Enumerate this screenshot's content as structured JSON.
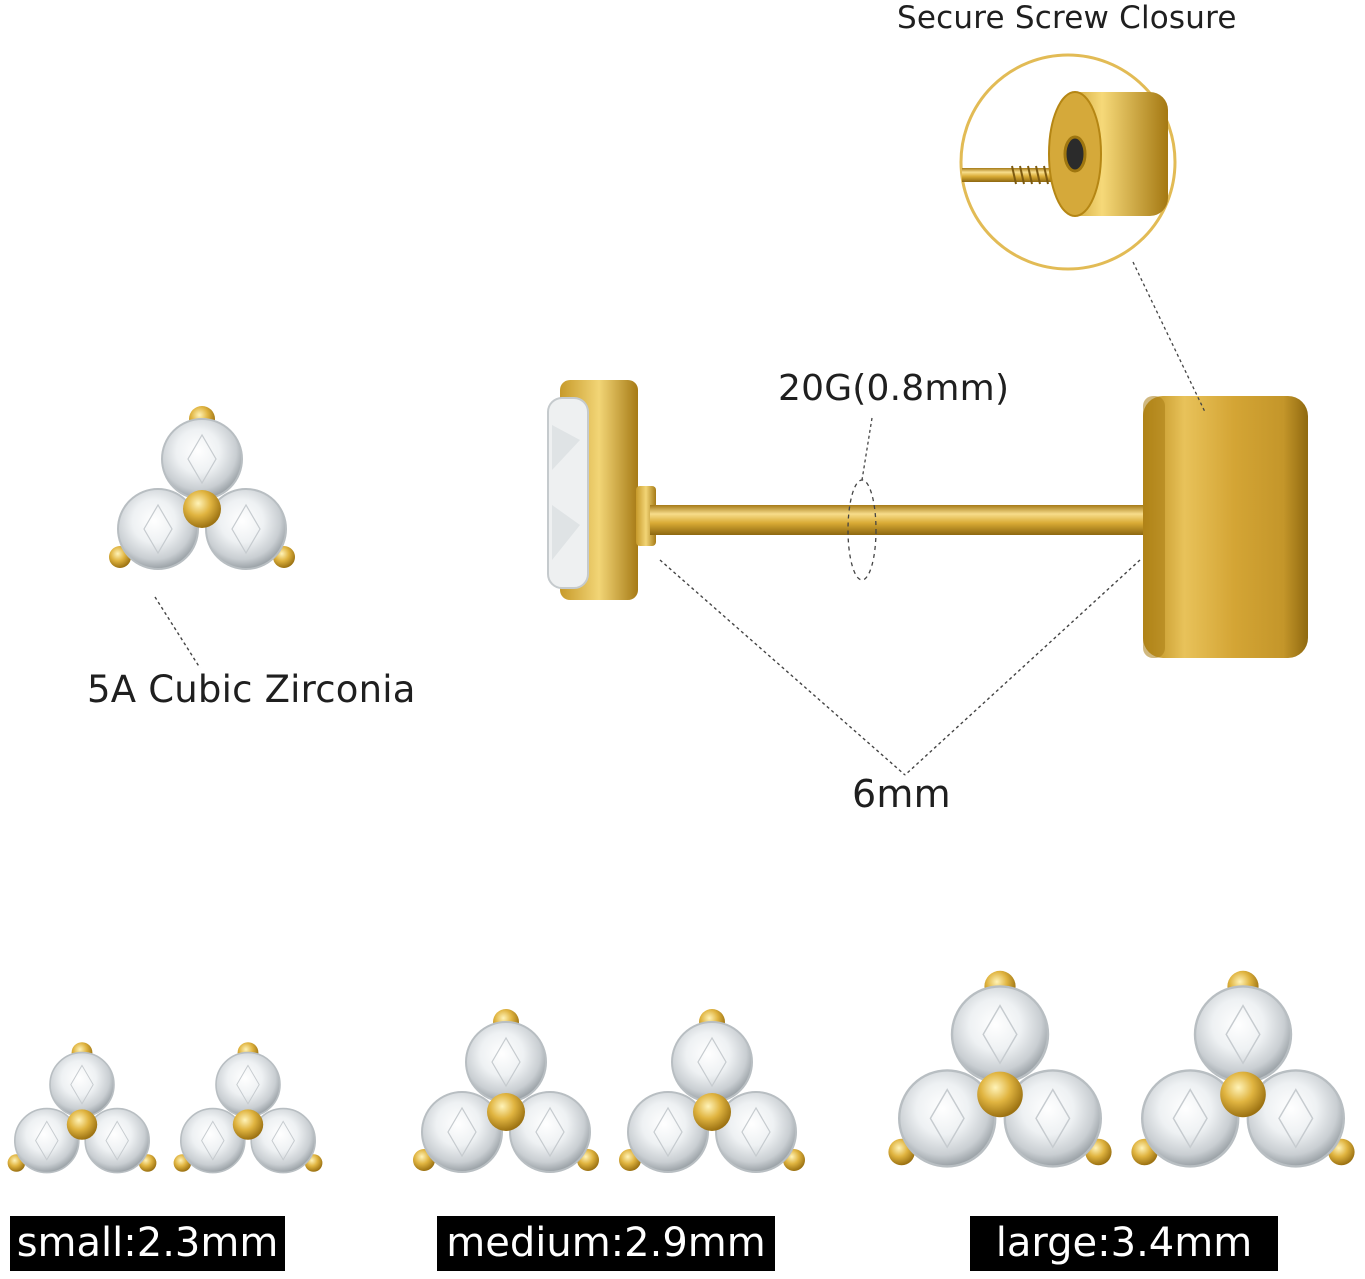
{
  "labels": {
    "closure": "Secure Screw Closure",
    "gauge": "20G(0.8mm)",
    "stone": "5A Cubic Zirconia",
    "bar_length": "6mm"
  },
  "sizes": [
    {
      "label": "small:2.3mm"
    },
    {
      "label": "medium:2.9mm"
    },
    {
      "label": "large:3.4mm"
    }
  ],
  "colors": {
    "gold": "#e2b84a",
    "gold_dark": "#b88a1d",
    "gold_light": "#f8e29a",
    "background": "#ffffff",
    "text": "#1f1f1f",
    "tag_bg": "#000000"
  }
}
